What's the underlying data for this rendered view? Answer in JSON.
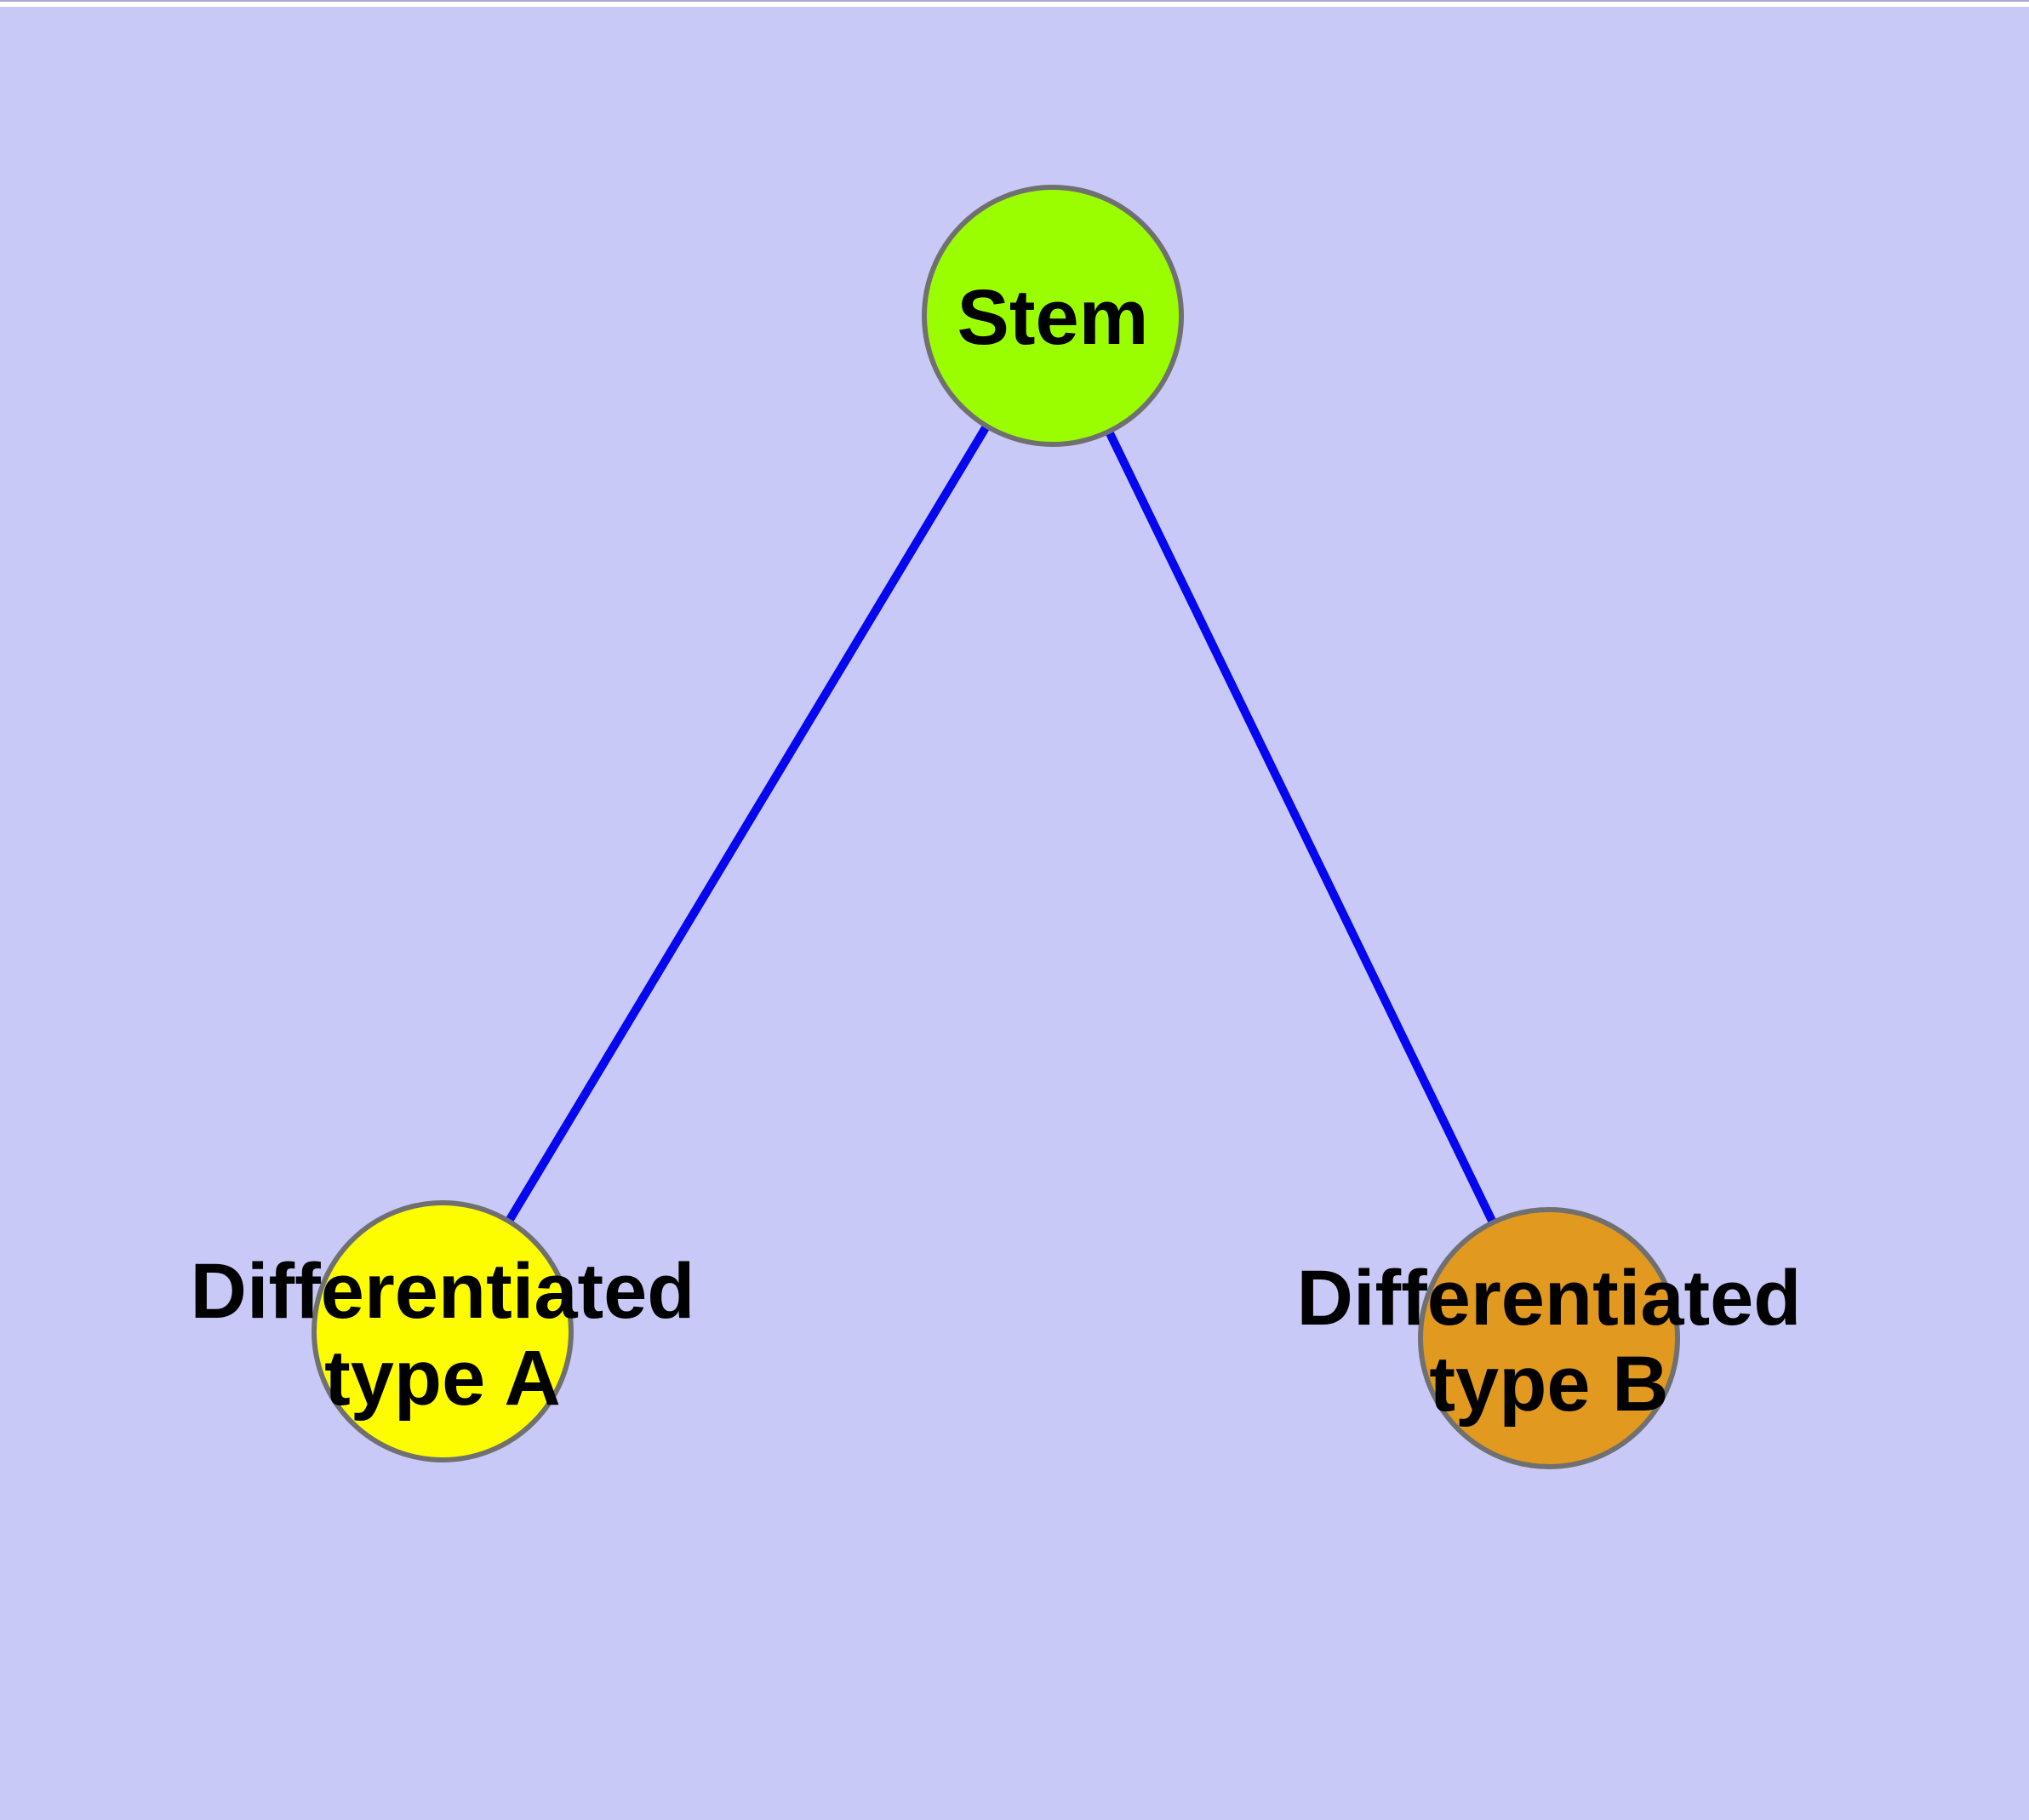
{
  "diagram": {
    "background_color": "#c9c9f8",
    "top_edge_line_color": "#a9a9cf",
    "top_edge_band_color": "#ffffff",
    "edge_color": "#0606ef",
    "node_border_color": "#707070",
    "label_color": "#000000",
    "nodes": [
      {
        "id": "stem",
        "label": "Stem",
        "fill": "#9afe00"
      },
      {
        "id": "differentiated-type-a",
        "label_line1": "Differentiated",
        "label_line2": "type A",
        "fill": "#fdfd00"
      },
      {
        "id": "differentiated-type-b",
        "label_line1": "Differentiated",
        "label_line2": "type B",
        "fill": "#e2991f"
      }
    ],
    "edges": [
      {
        "from": "Stem",
        "to": "Differentiated type A"
      },
      {
        "from": "Stem",
        "to": "Differentiated type B"
      }
    ]
  }
}
